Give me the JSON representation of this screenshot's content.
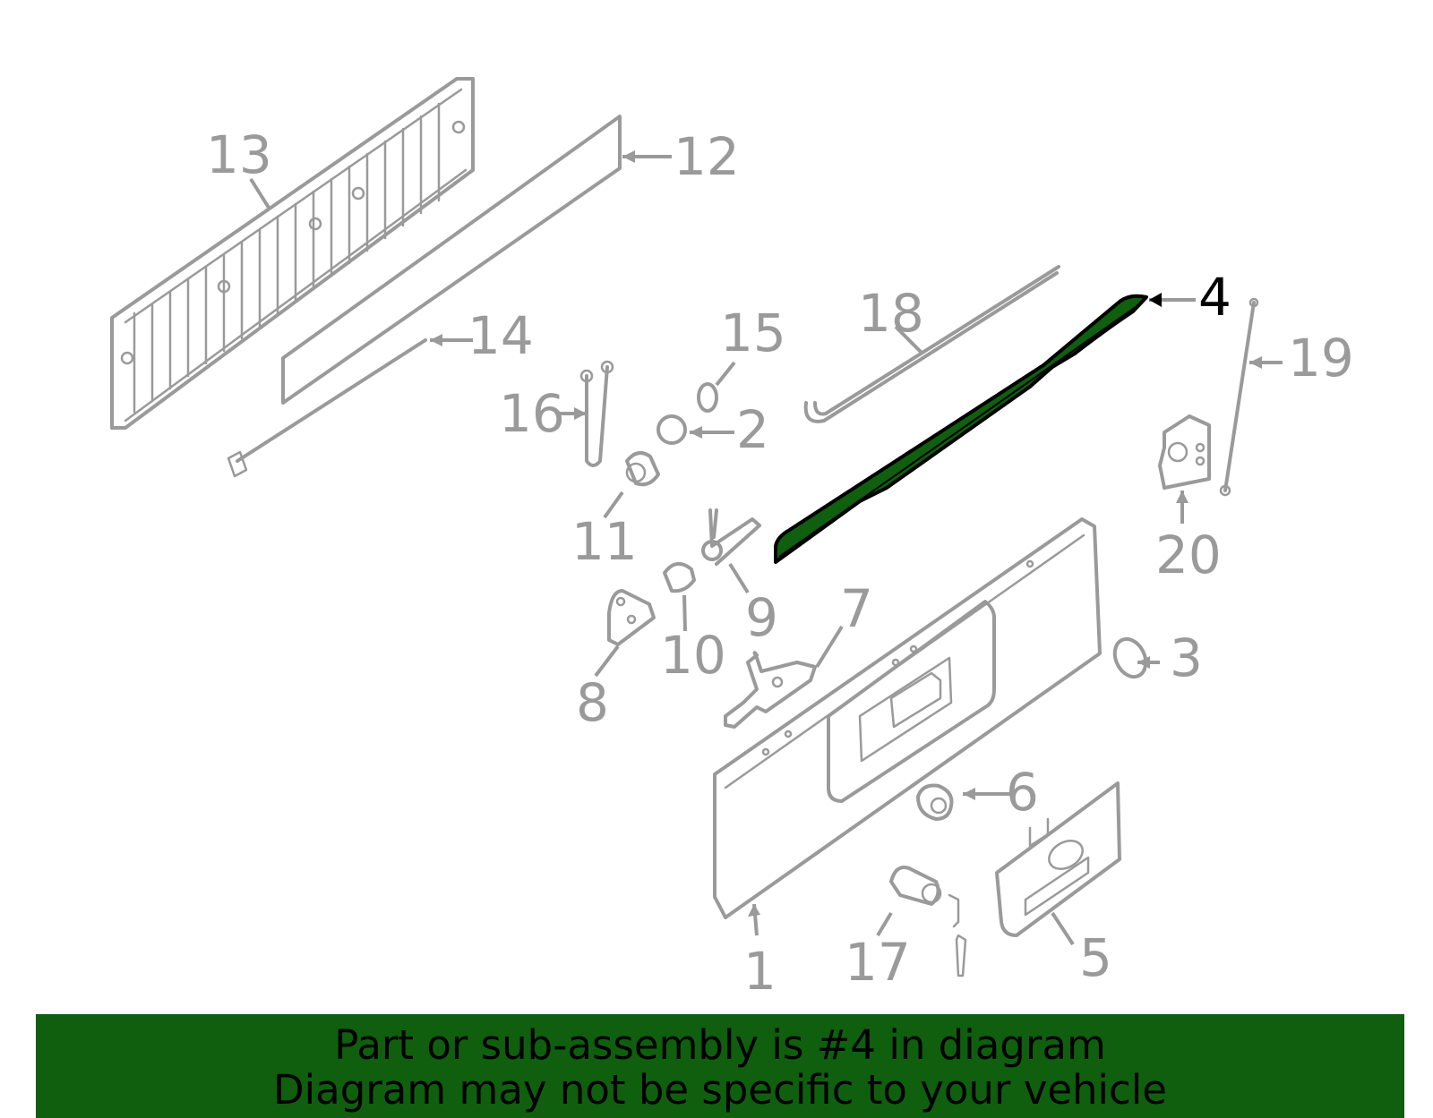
{
  "diagram": {
    "highlighted_part": "4",
    "callouts": [
      {
        "id": "c1",
        "label": "1"
      },
      {
        "id": "c2",
        "label": "2"
      },
      {
        "id": "c3",
        "label": "3"
      },
      {
        "id": "c4",
        "label": "4"
      },
      {
        "id": "c5",
        "label": "5"
      },
      {
        "id": "c6",
        "label": "6"
      },
      {
        "id": "c7",
        "label": "7"
      },
      {
        "id": "c8",
        "label": "8"
      },
      {
        "id": "c9",
        "label": "9"
      },
      {
        "id": "c10",
        "label": "10"
      },
      {
        "id": "c11",
        "label": "11"
      },
      {
        "id": "c12",
        "label": "12"
      },
      {
        "id": "c13",
        "label": "13"
      },
      {
        "id": "c14",
        "label": "14"
      },
      {
        "id": "c15",
        "label": "15"
      },
      {
        "id": "c16",
        "label": "16"
      },
      {
        "id": "c17",
        "label": "17"
      },
      {
        "id": "c18",
        "label": "18"
      },
      {
        "id": "c19",
        "label": "19"
      },
      {
        "id": "c20",
        "label": "20"
      }
    ],
    "colors": {
      "highlight": "#0f5f0f",
      "parts": "#9a9a9a",
      "selected_label": "#000000"
    }
  },
  "banner": {
    "line1": "Part or sub-assembly is #4 in diagram",
    "line2": "Diagram may not be specific to your vehicle"
  }
}
